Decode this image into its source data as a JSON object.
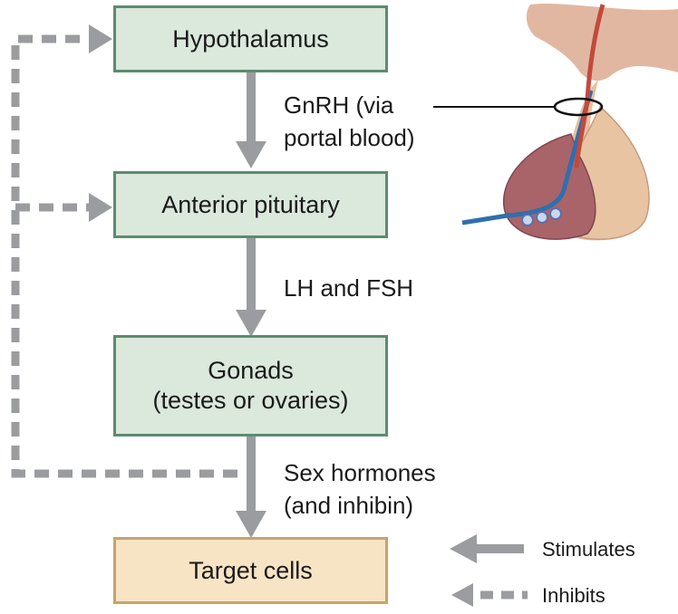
{
  "boxes": {
    "hypothalamus": "Hypothalamus",
    "anterior_pituitary": "Anterior pituitary",
    "gonads_line1": "Gonads",
    "gonads_line2": "(testes or ovaries)",
    "target_cells": "Target cells"
  },
  "labels": {
    "gnrh_line1": "GnRH (via",
    "gnrh_line2": "portal blood)",
    "lh_fsh": "LH and FSH",
    "sex_line1": "Sex hormones",
    "sex_line2": "(and inhibin)"
  },
  "legend": {
    "stimulates": "Stimulates",
    "inhibits": "Inhibits"
  },
  "colors": {
    "arrow": "#9b9c9f",
    "box_green_fill": "#dbe8dc",
    "box_green_border": "#5e8a6e",
    "box_tan_fill": "#f7e4c4",
    "box_tan_border": "#c8a36a"
  }
}
